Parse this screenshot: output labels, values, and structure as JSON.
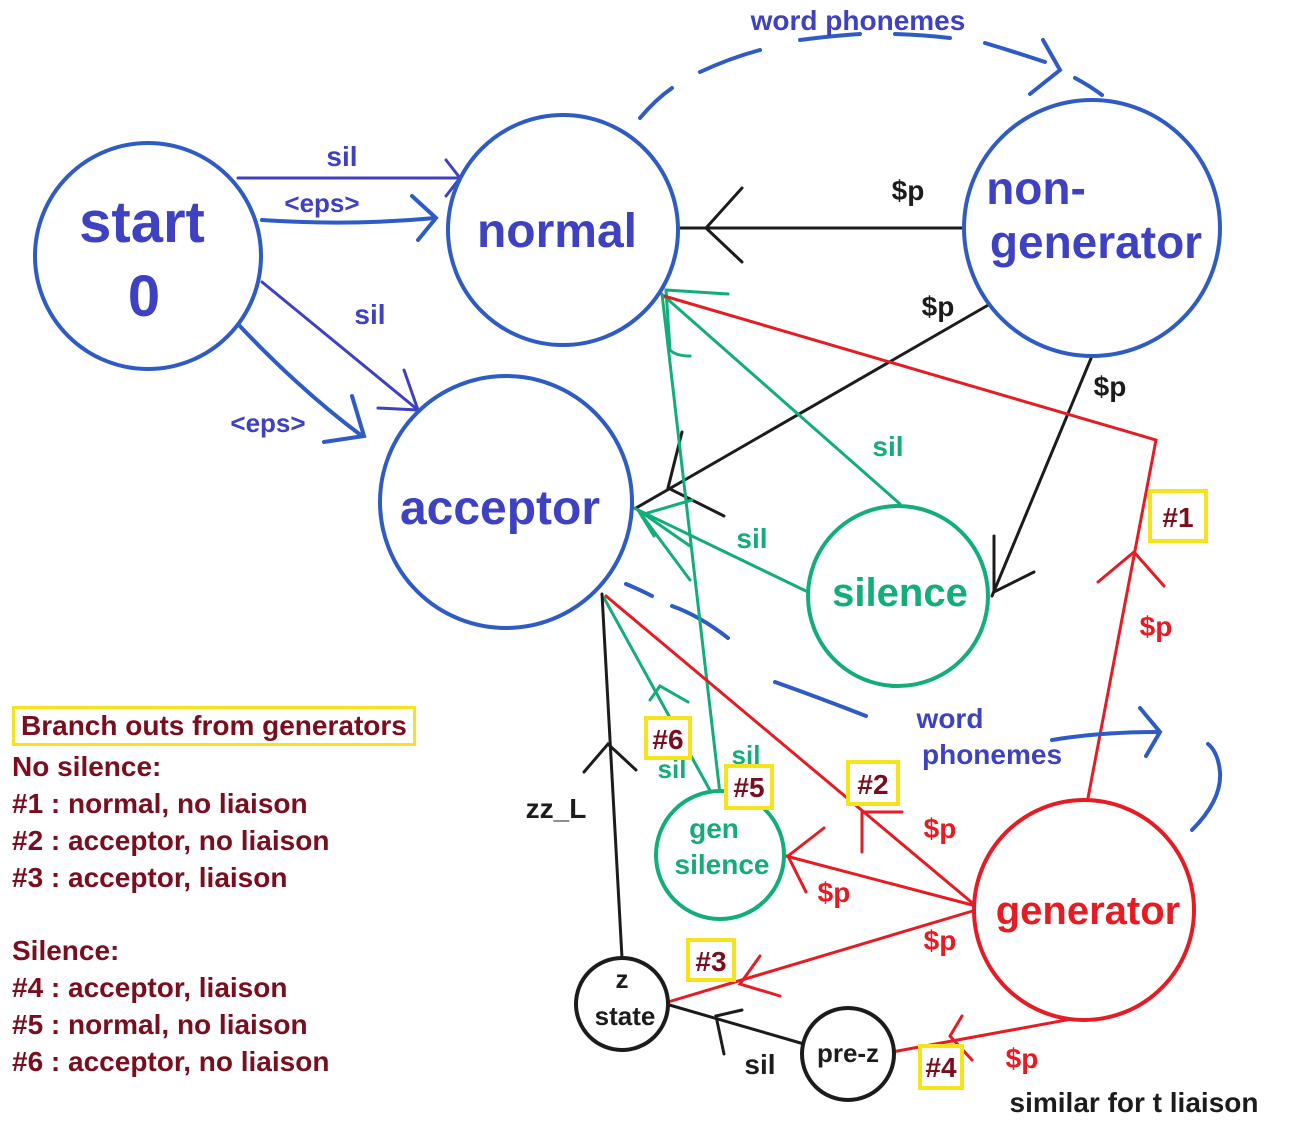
{
  "colors": {
    "blue": "#2e5bc4",
    "label_blue": "#3d41c2",
    "green": "#12ad79",
    "red": "#e61c24",
    "black": "#1c1c1c",
    "dark_red": "#7a0d1e",
    "tag_border": "#f5e31c"
  },
  "nodes": {
    "start": {
      "line1": "start",
      "line2": "0"
    },
    "normal": {
      "label": "normal"
    },
    "non_generator": {
      "line1": "non-",
      "line2": "generator"
    },
    "acceptor": {
      "label": "acceptor"
    },
    "silence": {
      "label": "silence"
    },
    "gen_silence": {
      "line1": "gen",
      "line2": "silence"
    },
    "generator": {
      "label": "generator"
    },
    "z_state": {
      "line1": "z",
      "line2": "state"
    },
    "pre_z": {
      "label": "pre-z"
    }
  },
  "edge_labels": {
    "word_phonemes_top": "word phonemes",
    "start_normal_sil": "sil",
    "start_normal_eps": "<eps>",
    "start_acceptor_sil": "sil",
    "start_acceptor_eps": "<eps>",
    "nongen_normal": "$p",
    "nongen_acceptor": "$p",
    "nongen_silence": "$p",
    "silence_normal": "sil",
    "silence_acceptor": "sil",
    "gen_to_normal": "$p",
    "word_phonemes_bottom_1": "word",
    "word_phonemes_bottom_2": "phonemes",
    "gensil_acceptor": "sil",
    "gensil_normal": "sil",
    "gen_acceptor": "$p",
    "gen_gensil": "$p",
    "gen_zstate": "$p",
    "gen_prez": "$p",
    "zz_l": "zz_L",
    "prez_zstate": "sil",
    "similar_note": "similar for t liaison"
  },
  "tags": {
    "t1": "#1",
    "t2": "#2",
    "t3": "#3",
    "t4": "#4",
    "t5": "#5",
    "t6": "#6"
  },
  "legend": {
    "title": "Branch outs from generators",
    "no_silence_heading": "No silence:",
    "items_no_silence": [
      "#1 : normal, no liaison",
      "#2 : acceptor, no liaison",
      "#3 : acceptor, liaison"
    ],
    "silence_heading": "Silence:",
    "items_silence": [
      "#4 : acceptor, liaison",
      "#5 : normal, no liaison",
      "#6 : acceptor, no liaison"
    ]
  }
}
